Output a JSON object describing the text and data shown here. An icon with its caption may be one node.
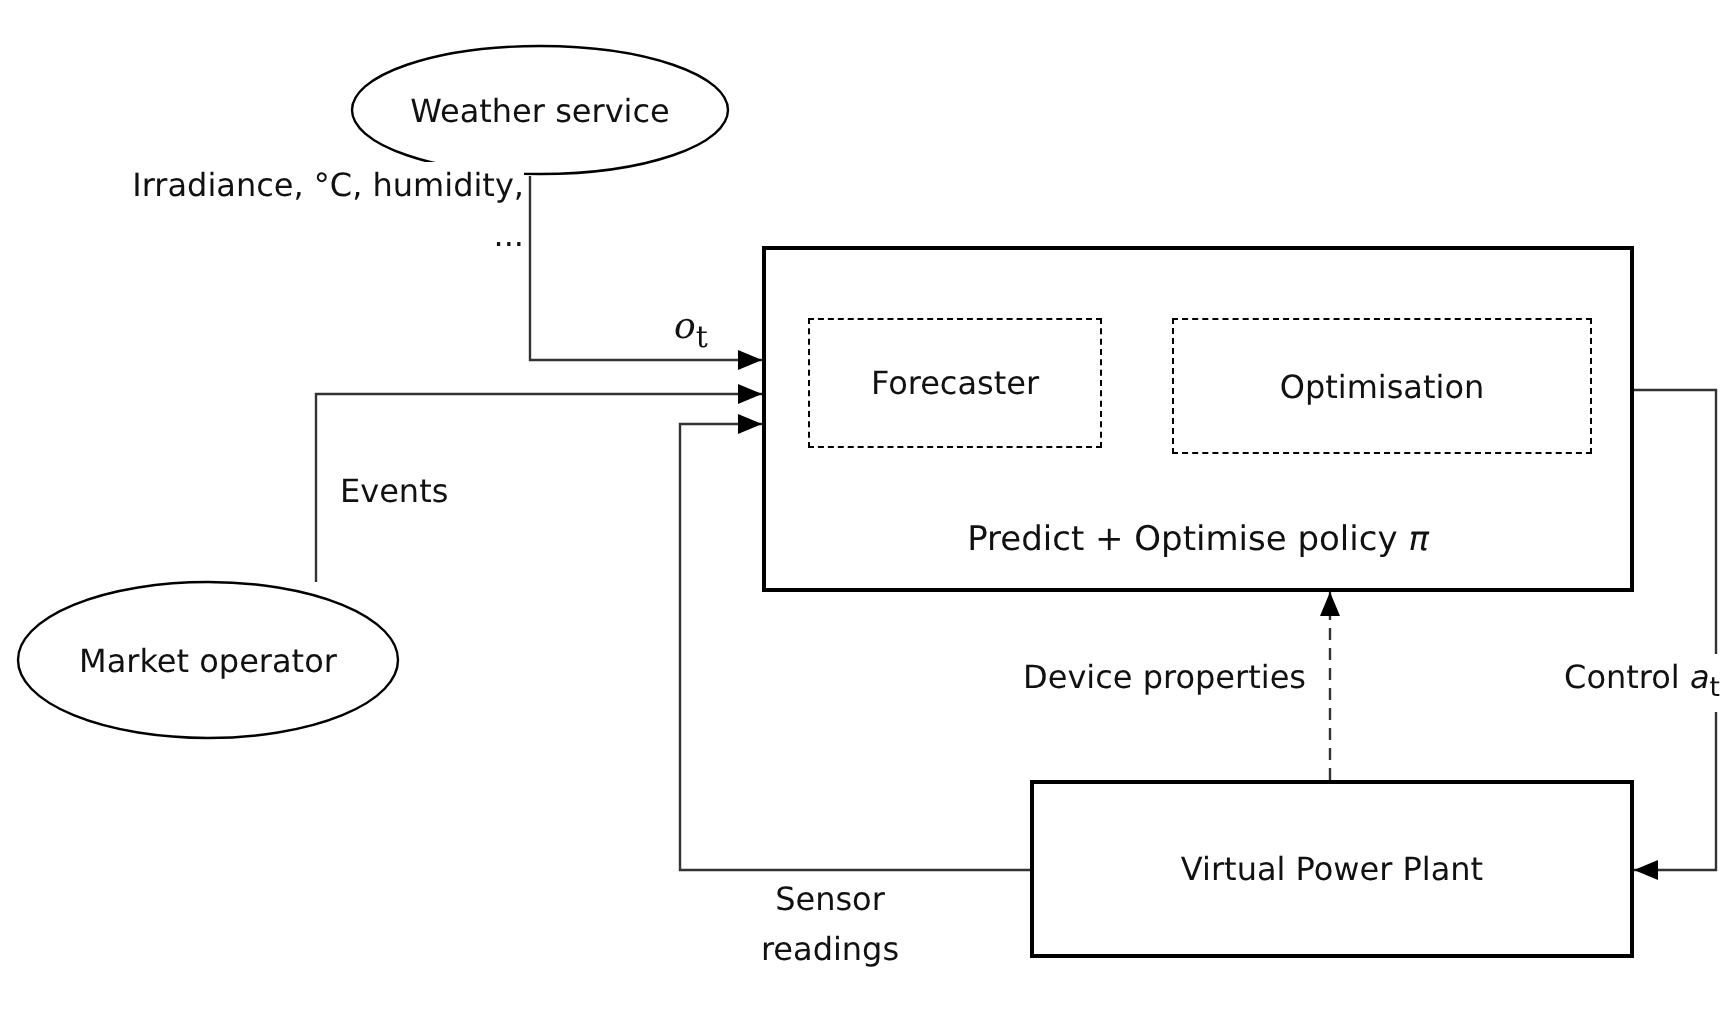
{
  "diagram": {
    "nodes": [
      {
        "text": [
          "Weather service"
        ]
      },
      {
        "text": [
          "Predict + Optimise policy *π*"
        ]
      },
      {
        "text": [
          "Forecaster"
        ],
        "in": 1
      },
      {
        "text": [
          "Optimisation"
        ],
        "in": 1
      },
      {
        "text": [
          "Market operator"
        ]
      },
      {
        "text": [
          "Virtual Power Plant"
        ]
      }
    ],
    "edges": [
      {
        "from": 0,
        "to": 1,
        "arrow": "to",
        "label": "Irradiance, °C, humidity, ..."
      },
      {
        "from": 4,
        "to": 1,
        "arrow": "to",
        "label": "Events"
      },
      {
        "from": 5,
        "to": 1,
        "arrow": "to",
        "label": "Sensor readings"
      },
      {
        "from": 5,
        "to": 1,
        "arrow": "to",
        "style": "dashed",
        "label": "Device properties"
      },
      {
        "from": 1,
        "to": 5,
        "arrow": "to",
        "label": "Control *a*$_{t}$"
      }
    ],
    "labels": [
      "*o*$_{t}$"
    ]
  }
}
